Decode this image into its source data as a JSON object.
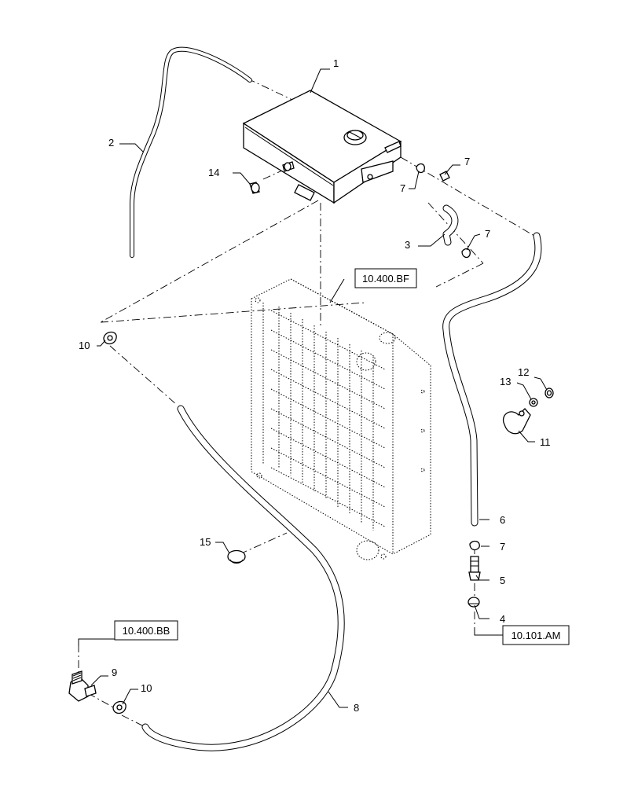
{
  "callouts": {
    "c1": "1",
    "c2": "2",
    "c3": "3",
    "c4": "4",
    "c5": "5",
    "c6": "6",
    "c7a": "7",
    "c7b": "7",
    "c7c": "7",
    "c7d": "7",
    "c8": "8",
    "c9": "9",
    "c10a": "10",
    "c10b": "10",
    "c11": "11",
    "c12": "12",
    "c13": "13",
    "c14": "14",
    "c15": "15"
  },
  "references": {
    "bf": "10.400.BF",
    "bb": "10.400.BB",
    "am": "10.101.AM"
  }
}
